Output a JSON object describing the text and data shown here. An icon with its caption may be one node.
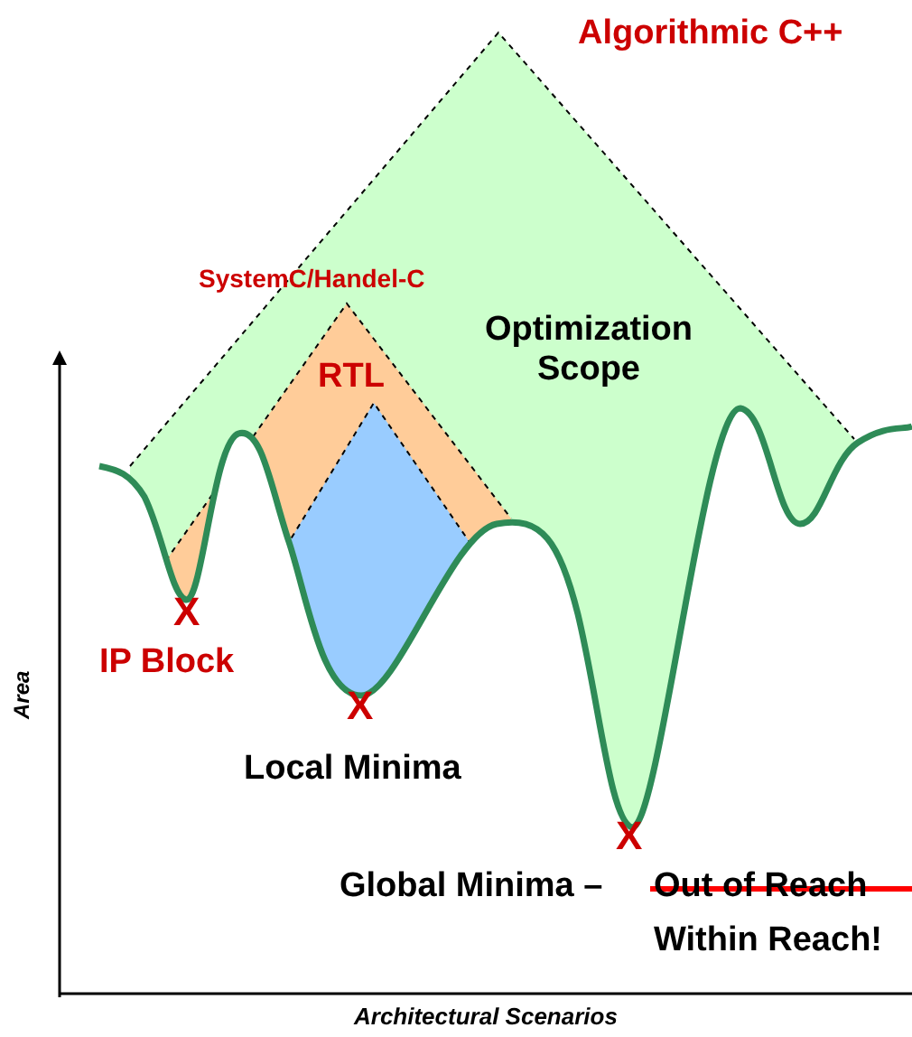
{
  "diagram": {
    "labels": [
      "Algorithmic C++",
      "SystemC/Handel-C",
      "Optimization Scope",
      "RTL",
      "X",
      "IP Block",
      "Area",
      "X",
      "Local Minima",
      "X",
      "Global Minima –",
      "Out of Reach",
      "Within Reach!",
      "Architectural Scenarios"
    ]
  }
}
